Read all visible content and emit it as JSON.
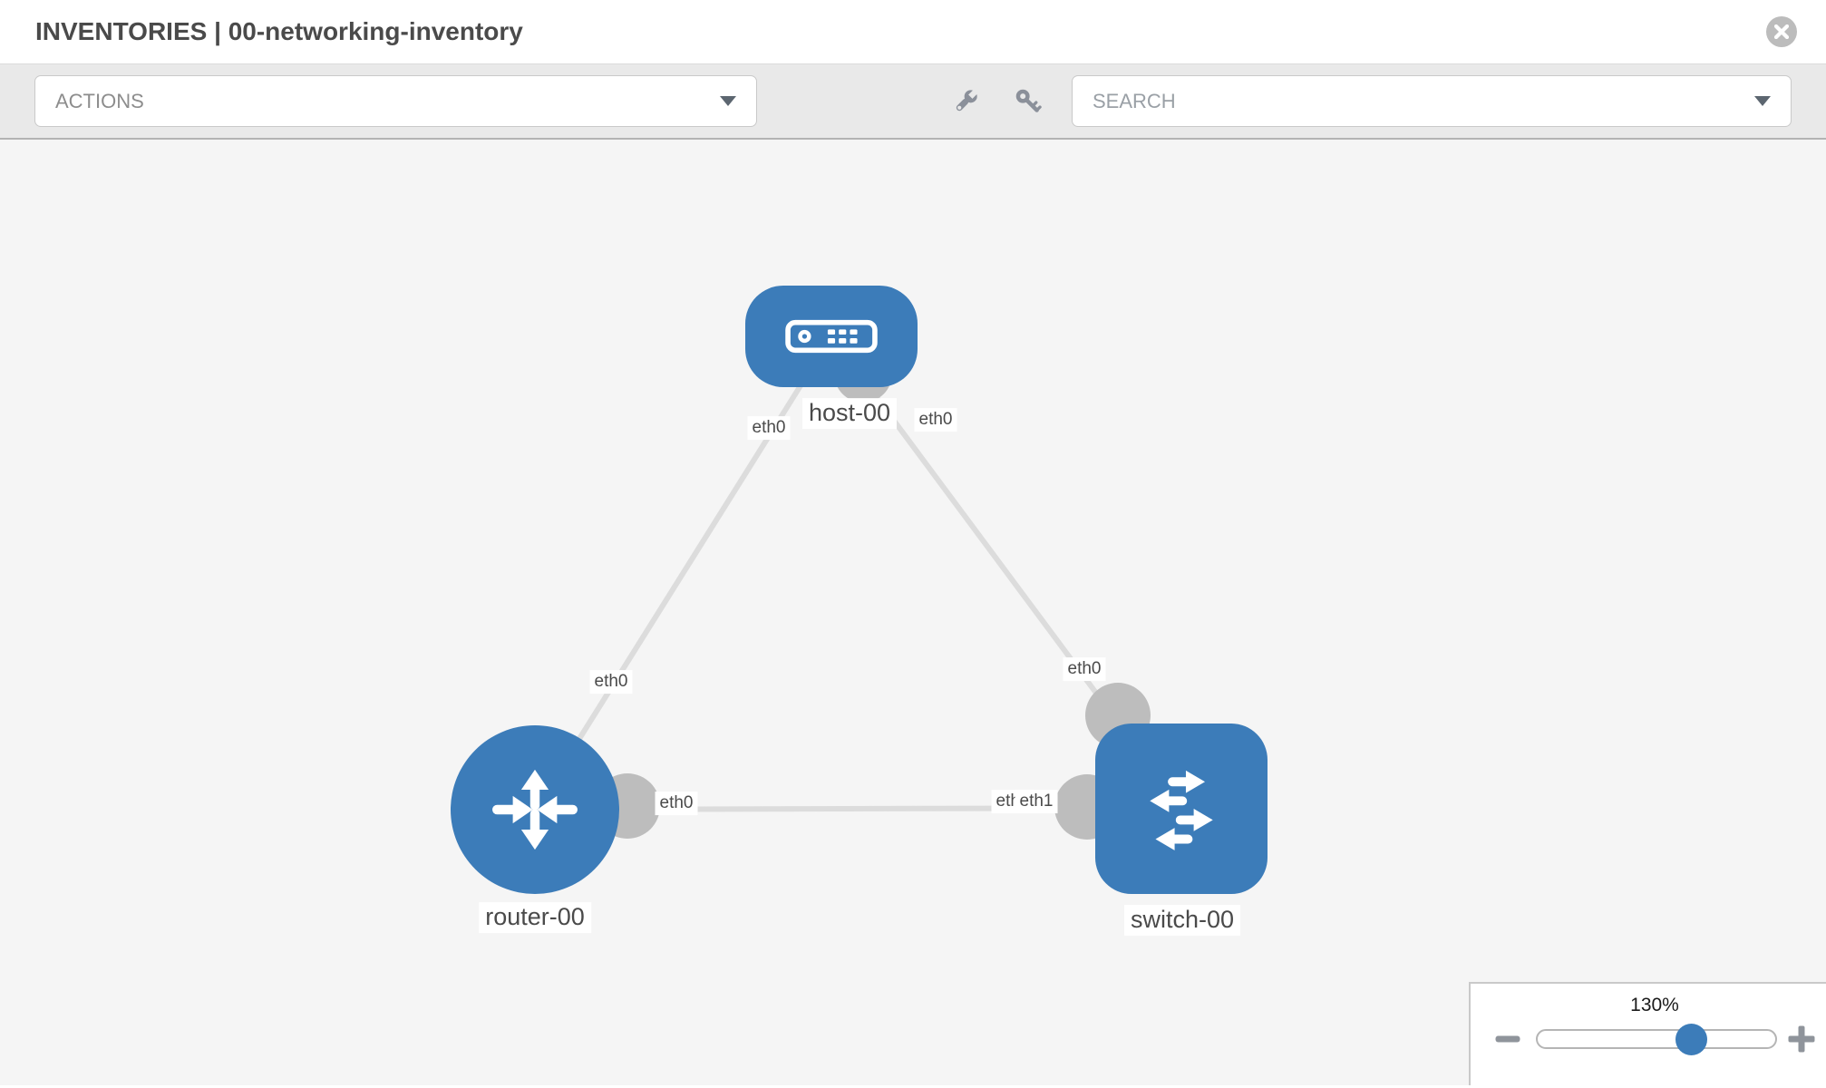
{
  "header": {
    "title": "INVENTORIES | 00-networking-inventory"
  },
  "toolbar": {
    "actions_label": "ACTIONS",
    "search_placeholder": "SEARCH"
  },
  "topology": {
    "nodes": [
      {
        "label": "host-00",
        "type": "host",
        "shape": "rounded-rectangle"
      },
      {
        "label": "router-00",
        "type": "router",
        "shape": "circle"
      },
      {
        "label": "switch-00",
        "type": "switch",
        "shape": "rounded-square"
      }
    ],
    "links": [
      {
        "from": "host-00",
        "to": "router-00"
      },
      {
        "from": "host-00",
        "to": "switch-00"
      },
      {
        "from": "router-00",
        "to": "switch-00"
      }
    ],
    "interface_labels": [
      {
        "text": "eth0",
        "near": "host-00 end of link to router-00"
      },
      {
        "text": "eth0",
        "near": "router-00 end of link to host-00"
      },
      {
        "text": "eth0",
        "near": "host-00 end of link to switch-00"
      },
      {
        "text": "eth0",
        "near": "switch-00 end of link to host-00"
      },
      {
        "text": "eth0",
        "near": "router-00 end of link to switch-00"
      },
      {
        "text": "eth0",
        "near": "switch-00 end of link to router-00, partially covered"
      },
      {
        "text": "eth1",
        "near": "switch-00 end of link to router-00"
      }
    ]
  },
  "zoom_control": {
    "level": "130%"
  },
  "colors": {
    "node_blue": "#3c7cb9",
    "link_gray": "#dcdcdc",
    "connector_gray": "#bdbdbd",
    "canvas_bg": "#f5f5f5",
    "toolbar_bg": "#e9e9e9"
  }
}
